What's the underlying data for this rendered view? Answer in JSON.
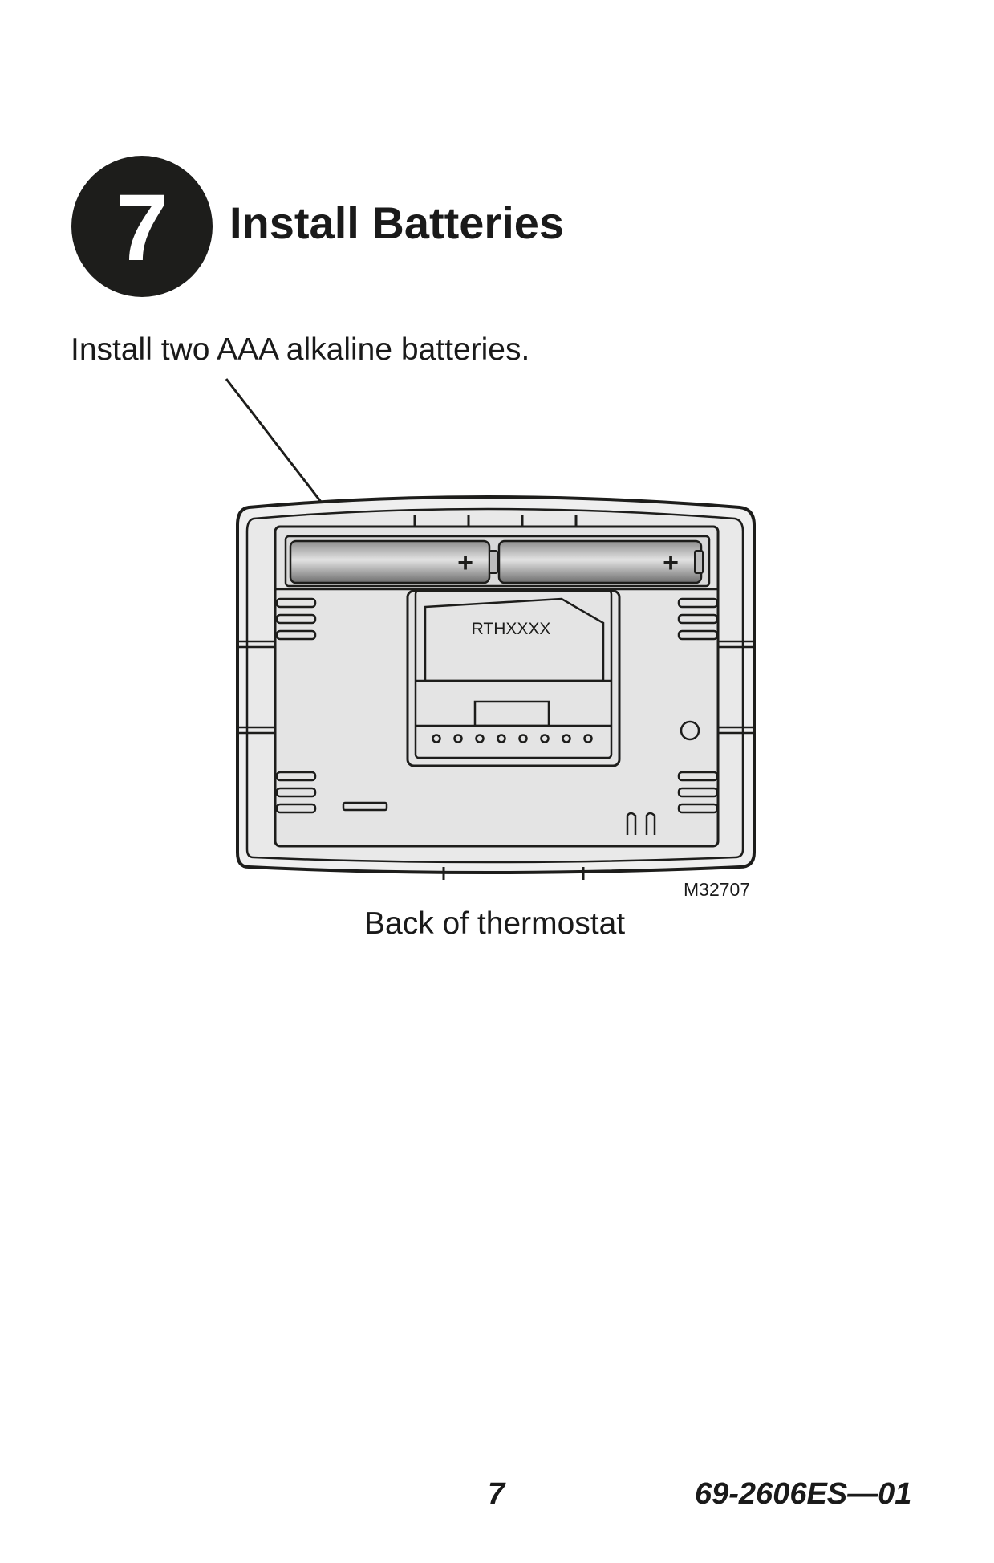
{
  "step": {
    "number": "7",
    "title": "Install Batteries"
  },
  "instruction": "Install two AAA alkaline batteries.",
  "figure": {
    "model_label": "RTHXXXX",
    "battery_polarity": [
      "+",
      "+"
    ],
    "figure_code": "M32707",
    "caption": "Back of thermostat"
  },
  "footer": {
    "page_number": "7",
    "document_id": "69-2606ES—01"
  }
}
